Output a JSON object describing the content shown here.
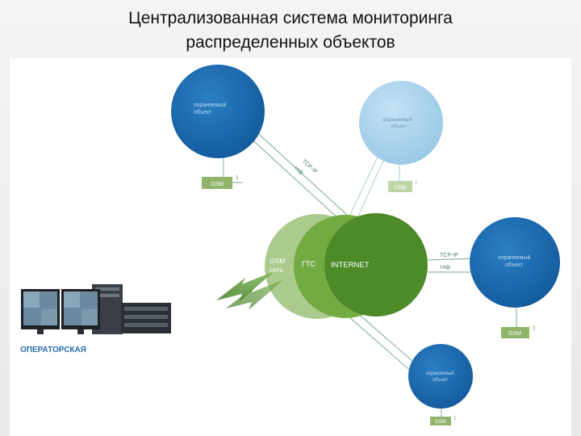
{
  "slide": {
    "title_line1": "Централизованная система мониторинга",
    "title_line2": "распределенных объектов"
  },
  "colors": {
    "blue": "#1a66ad",
    "light_blue": "#a9d3ec",
    "green_dark": "#4f8a2a",
    "green_mid": "#6aa83a",
    "green_light": "#9cc37a",
    "gsm_box": "#8fb46a",
    "gsm_box_light": "#bcd7a5"
  },
  "diagram": {
    "objects": [
      {
        "label_line1": "охраняемый",
        "label_line2": "объект"
      },
      {
        "label_line1": "охраняемый",
        "label_line2": "объект"
      },
      {
        "label_line1": "охраняемый",
        "label_line2": "объект"
      },
      {
        "label_line1": "охраняемый",
        "label_line2": "объект"
      }
    ],
    "gsm_boxes": [
      "GSM",
      "GSM",
      "GSM",
      "GSM"
    ],
    "networks": {
      "gsm_line1": "GSM",
      "gsm_line2": "сеть",
      "gtc": "ГТС",
      "internet": "INTERNET"
    },
    "line_labels": {
      "tcpip_top": "TCP-IP",
      "tlf_top": "тлф",
      "tcpip_right": "TCP-IP",
      "tlf_right": "тлф"
    },
    "operator_label": "ОПЕРАТОРСКАЯ"
  }
}
